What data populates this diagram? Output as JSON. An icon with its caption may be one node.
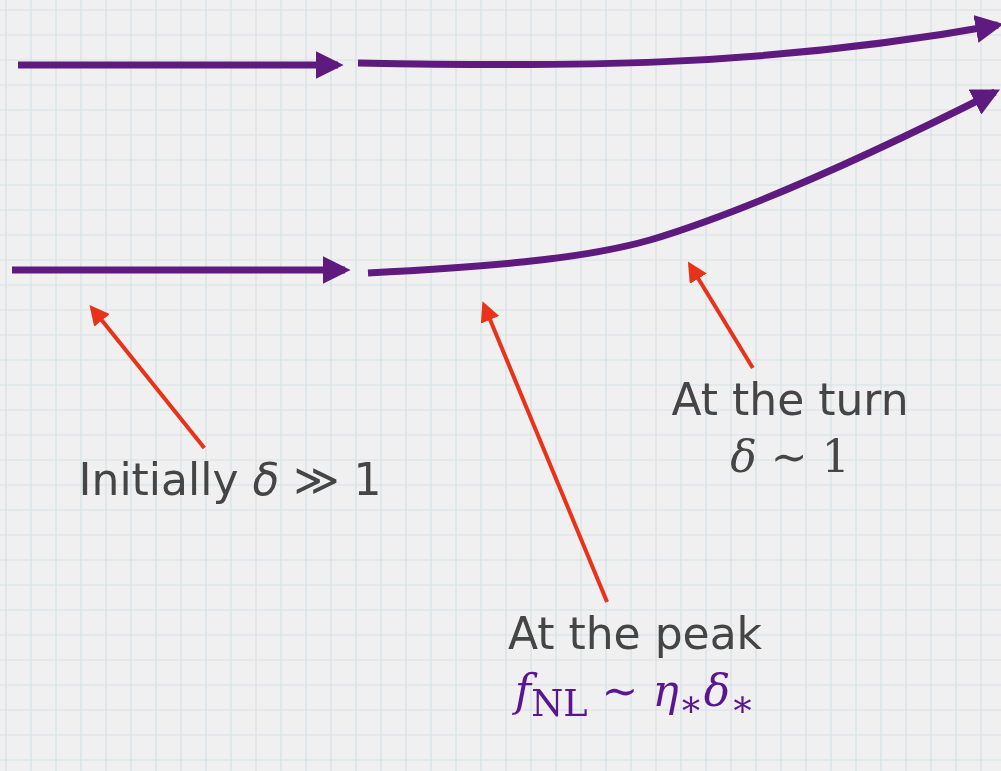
{
  "diagram": {
    "nodes": [
      {
        "text": [
          "Initially *δ* ≫ 1"
        ]
      },
      {
        "text": [
          "At the turn",
          "*δ* ∼ 1"
        ]
      },
      {
        "text": [
          "At the peak",
          "*f*$_{NL}$ ∼ *η*$_{∗}$*δ*$_{∗}$"
        ]
      }
    ],
    "edges": [
      {
        "from": 0,
        "to": null,
        "arrow": "to"
      },
      {
        "from": 2,
        "to": null,
        "arrow": "to"
      },
      {
        "from": 1,
        "to": null,
        "arrow": "to"
      }
    ]
  }
}
